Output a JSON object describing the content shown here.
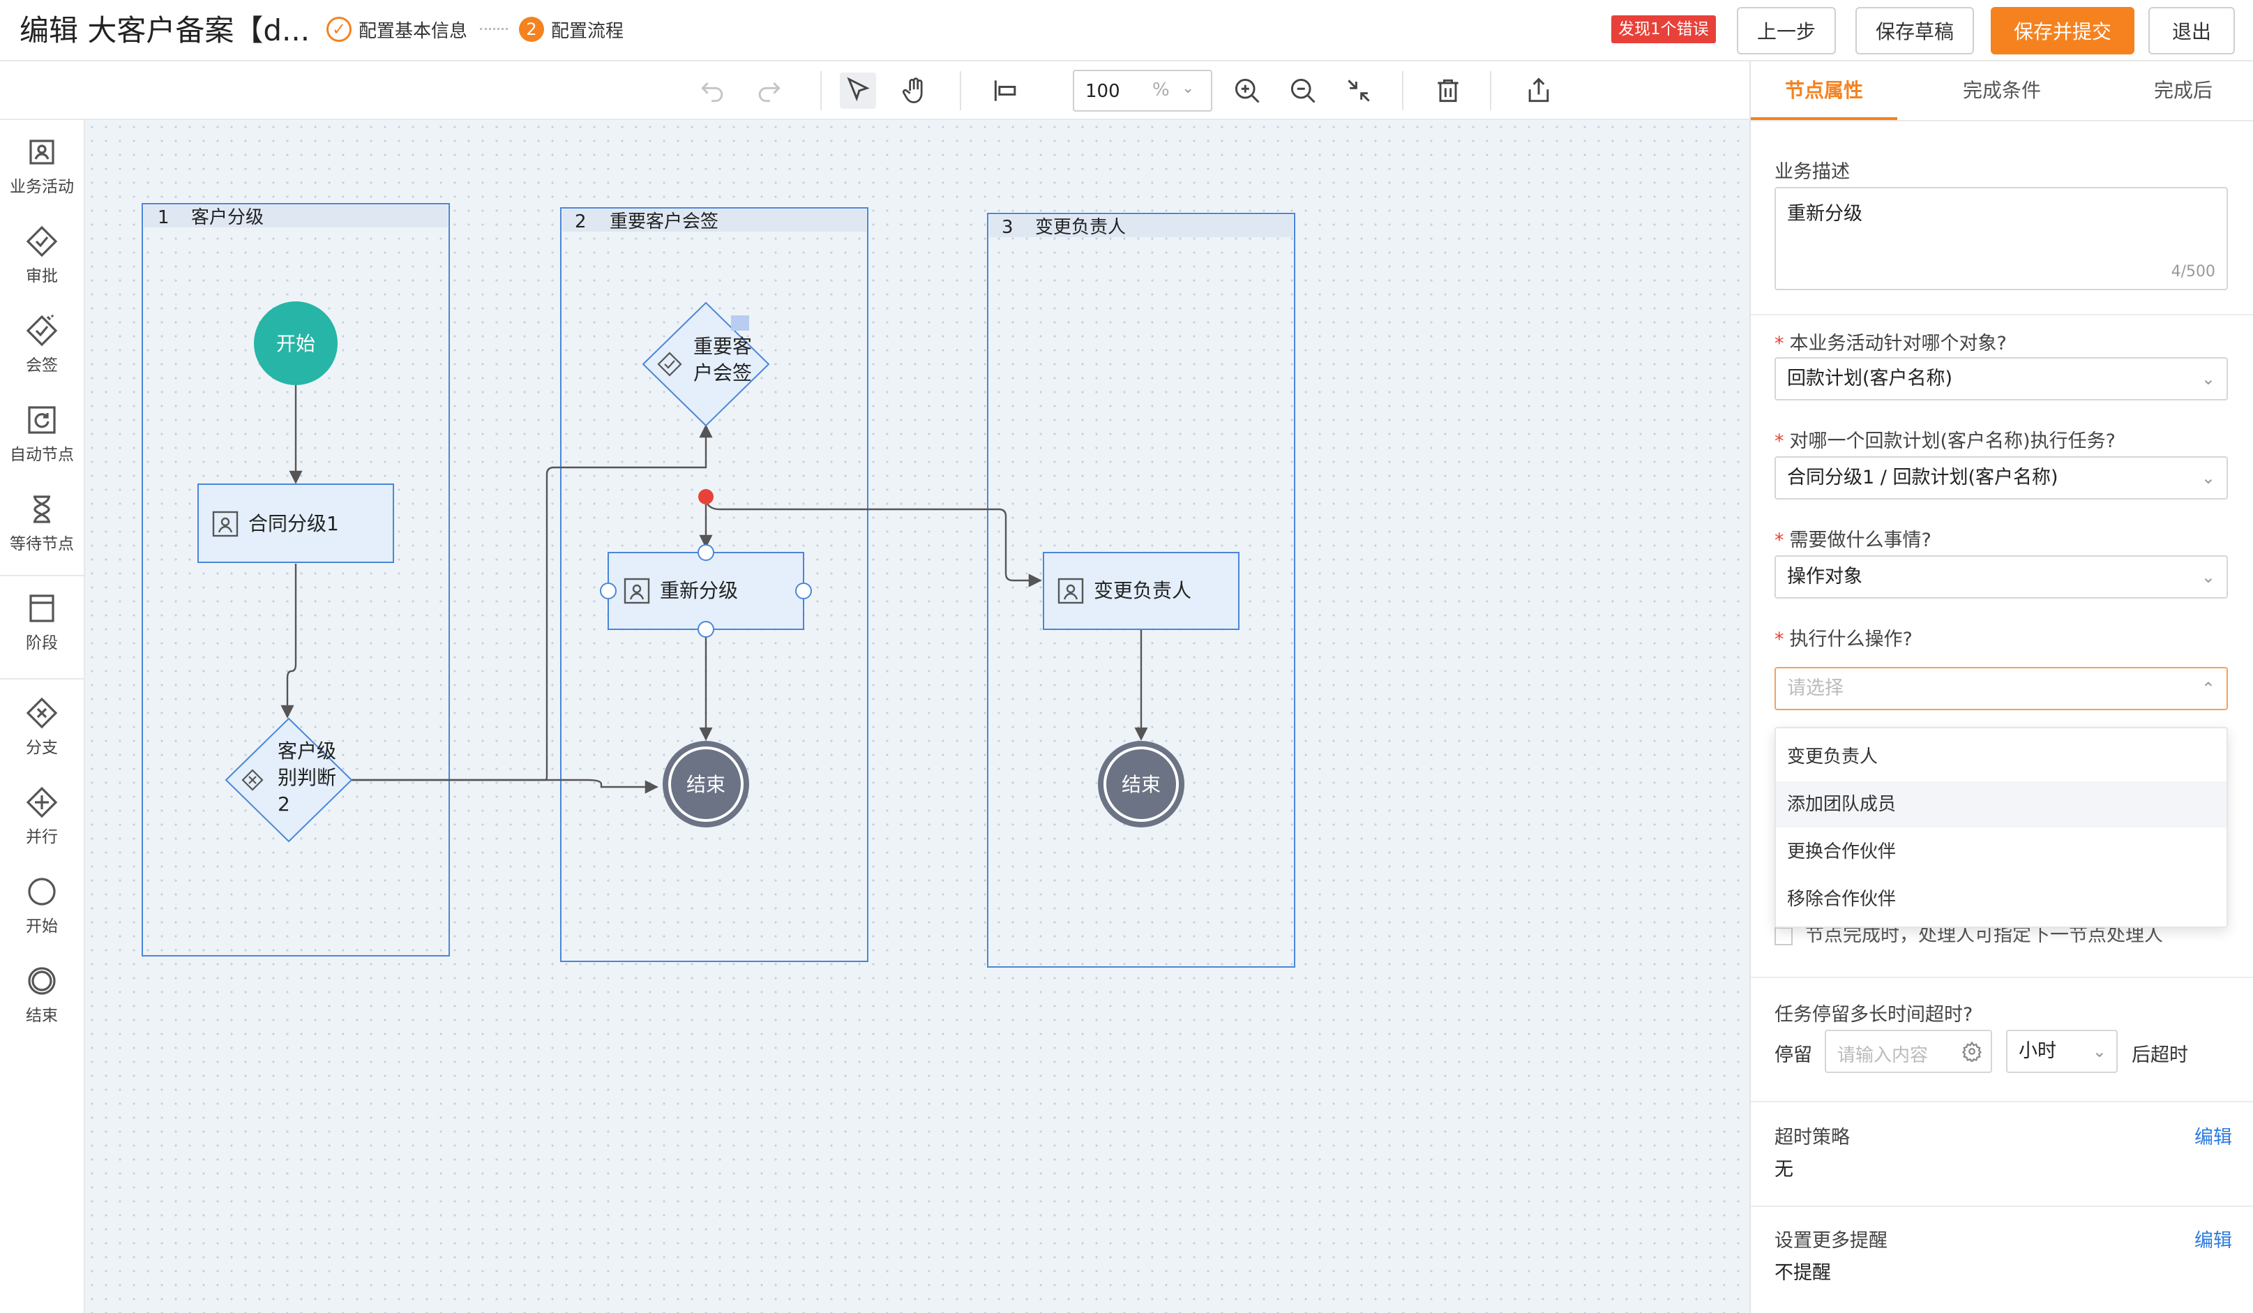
{
  "header": {
    "title": "编辑 大客户备案【d...",
    "step1_label": "配置基本信息",
    "step2_number": "2",
    "step2_label": "配置流程",
    "error_badge": "发现1个错误",
    "btn_prev": "上一步",
    "btn_draft": "保存草稿",
    "btn_submit": "保存并提交",
    "btn_exit": "退出"
  },
  "toolbar": {
    "zoom_value": "100",
    "zoom_unit": "%"
  },
  "palette": [
    {
      "label": "业务活动",
      "icon": "activity-icon"
    },
    {
      "label": "审批",
      "icon": "approval-icon"
    },
    {
      "label": "会签",
      "icon": "countersign-icon"
    },
    {
      "label": "自动节点",
      "icon": "auto-node-icon"
    },
    {
      "label": "等待节点",
      "icon": "hourglass-icon"
    },
    {
      "label": "阶段",
      "icon": "stage-icon"
    },
    {
      "label": "分支",
      "icon": "branch-icon"
    },
    {
      "label": "并行",
      "icon": "parallel-icon"
    },
    {
      "label": "开始",
      "icon": "start-circle-icon"
    },
    {
      "label": "结束",
      "icon": "end-circle-icon"
    }
  ],
  "lanes": [
    {
      "number": "1",
      "title": "客户分级"
    },
    {
      "number": "2",
      "title": "重要客户会签"
    },
    {
      "number": "3",
      "title": "变更负责人"
    }
  ],
  "nodes": {
    "start": "开始",
    "contract_grade": "合同分级1",
    "decision_line1": "客户级",
    "decision_line2": "别判断",
    "decision_line3": "2",
    "countersign_line1": "重要客",
    "countersign_line2": "户会签",
    "regrade": "重新分级",
    "end_a": "结束",
    "change_owner": "变更负责人",
    "end_b": "结束"
  },
  "panel": {
    "tabs": [
      "节点属性",
      "完成条件",
      "完成后"
    ],
    "desc_label": "业务描述",
    "desc_value": "重新分级",
    "desc_count": "4/500",
    "q1_label": "本业务活动针对哪个对象?",
    "q1_value": "回款计划(客户名称)",
    "q2_label": "对哪一个回款计划(客户名称)执行任务?",
    "q2_value": "合同分级1 / 回款计划(客户名称)",
    "q3_label": "需要做什么事情?",
    "q3_value": "操作对象",
    "q4_label": "执行什么操作?",
    "q4_placeholder": "请选择",
    "dropdown_options": [
      "变更负责人",
      "添加团队成员",
      "更换合作伙伴",
      "移除合作伙伴"
    ],
    "hidden_row_text": "节点完成时，处理人可指定下一节点处理人",
    "timeout_label": "任务停留多长时间超时?",
    "stay_label": "停留",
    "stay_placeholder": "请输入内容",
    "unit_value": "小时",
    "stay_suffix": "后超时",
    "strategy_label": "超时策略",
    "strategy_value": "无",
    "remind_label": "设置更多提醒",
    "remind_value": "不提醒",
    "edit_label": "编辑"
  },
  "colors": {
    "accent": "#f5821f",
    "error": "#e8413a",
    "link": "#2d7be0",
    "start_node": "#26b5a6",
    "end_node": "#6b7385",
    "lane_border": "#4a86d8",
    "node_fill": "#e4effb"
  }
}
